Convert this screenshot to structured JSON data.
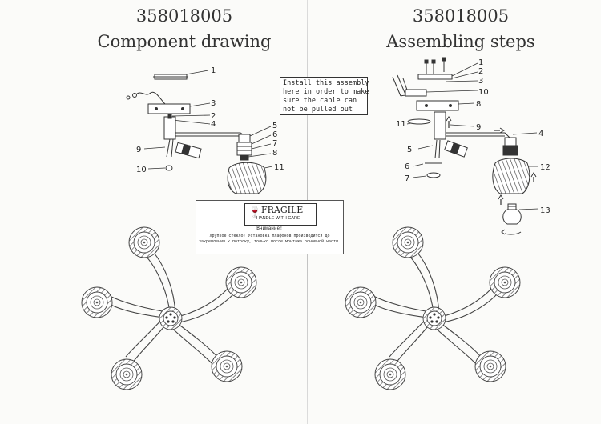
{
  "left": {
    "code": "358018005",
    "title": "Component drawing"
  },
  "right": {
    "code": "358018005",
    "title": "Assembling steps"
  },
  "note": {
    "text": "Install this assembly\nhere in order to make\nsure the cable can\nnot be pulled out"
  },
  "fragile": {
    "word": "FRAGILE",
    "handle": "HANDLE WITH CARE",
    "attention": "Внимание!",
    "warning": "Хрупкое стекло! Установка плафонов производится до закрепления к потолку, только после монтажа основной части."
  },
  "left_labels": [
    "1",
    "3",
    "2",
    "4",
    "5",
    "6",
    "7",
    "8",
    "9",
    "10",
    "11"
  ],
  "right_labels": [
    "1",
    "2",
    "3",
    "10",
    "8",
    "9",
    "4",
    "11",
    "5",
    "6",
    "7",
    "12",
    "13"
  ]
}
